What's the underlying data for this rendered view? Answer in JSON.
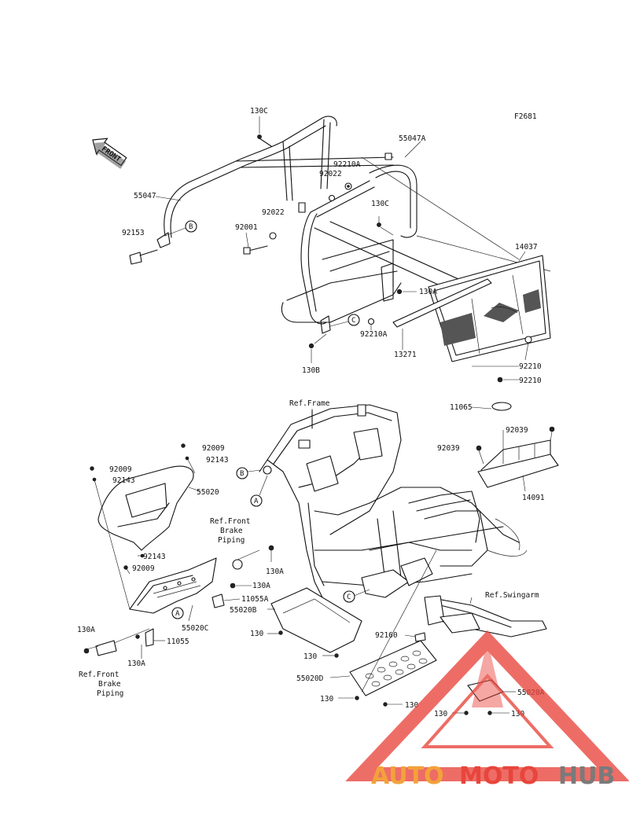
{
  "figure_code": "F2681",
  "front_arrow_text": "FRONT",
  "parts": {
    "p130c_a": "130C",
    "p55047a": "55047A",
    "p92210a_top": "92210A",
    "p92022_a": "92022",
    "p55047": "55047",
    "p130c_b": "130C",
    "p92022_b": "92022",
    "p92001": "92001",
    "p92153": "92153",
    "p14037": "14037",
    "p130a_top": "130A",
    "p92210a_mid": "92210A",
    "p13271": "13271",
    "p130b": "130B",
    "p92210_a": "92210",
    "p92210_b": "92210",
    "p11065": "11065",
    "p92039_a": "92039",
    "p92039_b": "92039",
    "p14091": "14091",
    "p92009_a": "92009",
    "p92143_a": "92143",
    "p92009_b": "92009",
    "p92143_b": "92143",
    "p55020": "55020",
    "p92143_c": "92143",
    "p92009_c": "92009",
    "p130a_mid": "130A",
    "p130a_b": "130A",
    "p11055a": "11055A",
    "p55020b": "55020B",
    "p130_a": "130",
    "p130_b": "130",
    "p55020c": "55020C",
    "p130a_left": "130A",
    "p11055": "11055",
    "p130a_bot": "130A",
    "p92160": "92160",
    "p55020d": "55020D",
    "p130_c": "130",
    "p130_d": "130",
    "p55020a": "55020A",
    "p130_e": "130",
    "p130_f": "130"
  },
  "refs": {
    "frame": "Ref.Frame",
    "swingarm": "Ref.Swingarm",
    "brake_top": [
      "Ref.Front",
      "Brake",
      "Piping"
    ],
    "brake_bottom": [
      "Ref.Front",
      "Brake",
      "Piping"
    ]
  },
  "callouts": {
    "a1": "A",
    "a2": "A",
    "b1": "B",
    "b2": "B",
    "c1": "C",
    "c2": "C"
  },
  "watermark": {
    "text_part1": "AUTO",
    "text_part2": "MOTO",
    "text_part3": "HUB",
    "color_orange": "#f2a23a",
    "color_red": "#e8453c",
    "color_gray": "#7a7a7a"
  }
}
